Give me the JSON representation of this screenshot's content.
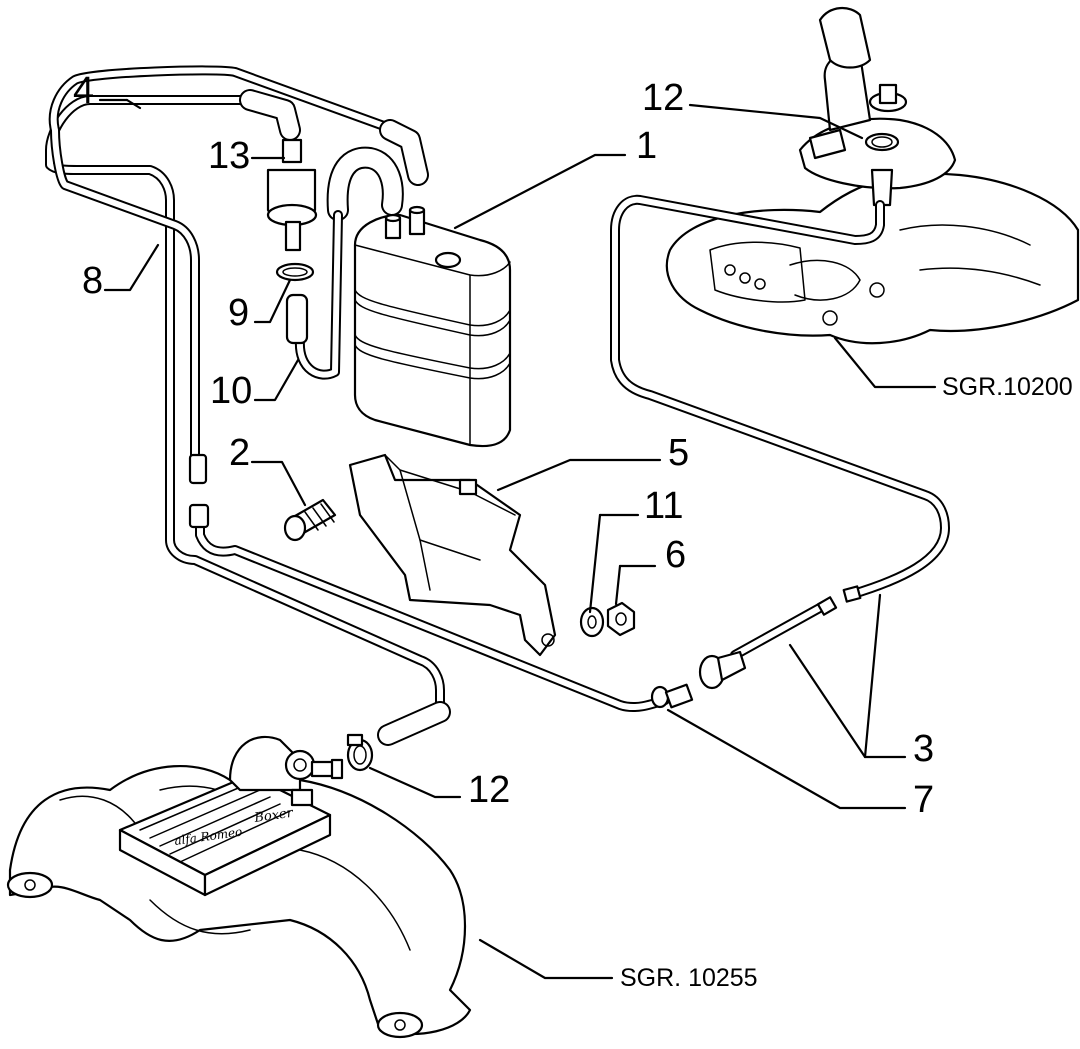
{
  "diagram": {
    "callouts": {
      "c1": "1",
      "c2": "2",
      "c3": "3",
      "c4": "4",
      "c5": "5",
      "c6": "6",
      "c7": "7",
      "c8": "8",
      "c9": "9",
      "c10": "10",
      "c11": "11",
      "c12_top": "12",
      "c12_bottom": "12",
      "c13": "13"
    },
    "references": {
      "tank": "SGR.10200",
      "manifold": "SGR. 10255"
    },
    "manifold_logo_line1": "Boxer",
    "manifold_logo_line2": "alfa Romeo"
  }
}
